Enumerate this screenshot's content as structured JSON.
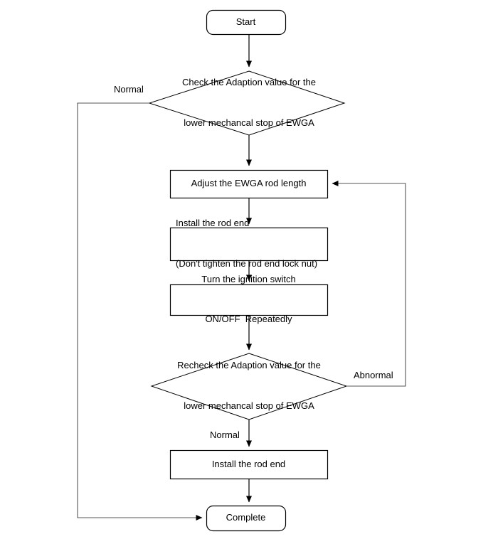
{
  "diagram": {
    "title": "EWGA lower mechancal stop adaption flowchart",
    "type": "flowchart",
    "stroke_color": "#000000",
    "fill_color": "#ffffff",
    "background_color": "#ffffff"
  },
  "nodes": {
    "start": {
      "label": "Start",
      "shape": "rounded-rectangle"
    },
    "check_decision": {
      "line1": "Check the Adaption value for the",
      "line2": "lower mechancal stop of EWGA",
      "shape": "diamond"
    },
    "adjust_rod": {
      "label": "Adjust the EWGA rod length",
      "shape": "rectangle"
    },
    "install_rod_end_no_tighten": {
      "line1": "Install the rod end",
      "line2": "(Don't tighten the rod end lock nut)",
      "shape": "rectangle"
    },
    "ignition_switch": {
      "line1": "Turn the ignition switch",
      "line2": "ON/OFF  Repeatedly",
      "shape": "rectangle"
    },
    "recheck_decision": {
      "line1": "Recheck the Adaption value for the",
      "line2": "lower mechancal stop of EWGA",
      "shape": "diamond"
    },
    "install_rod_end": {
      "label": "Install the rod end",
      "shape": "rectangle"
    },
    "complete": {
      "label": "Complete",
      "shape": "rounded-rectangle"
    }
  },
  "edge_labels": {
    "check_normal": "Normal",
    "recheck_abnormal": "Abnormal",
    "recheck_normal": "Normal"
  }
}
